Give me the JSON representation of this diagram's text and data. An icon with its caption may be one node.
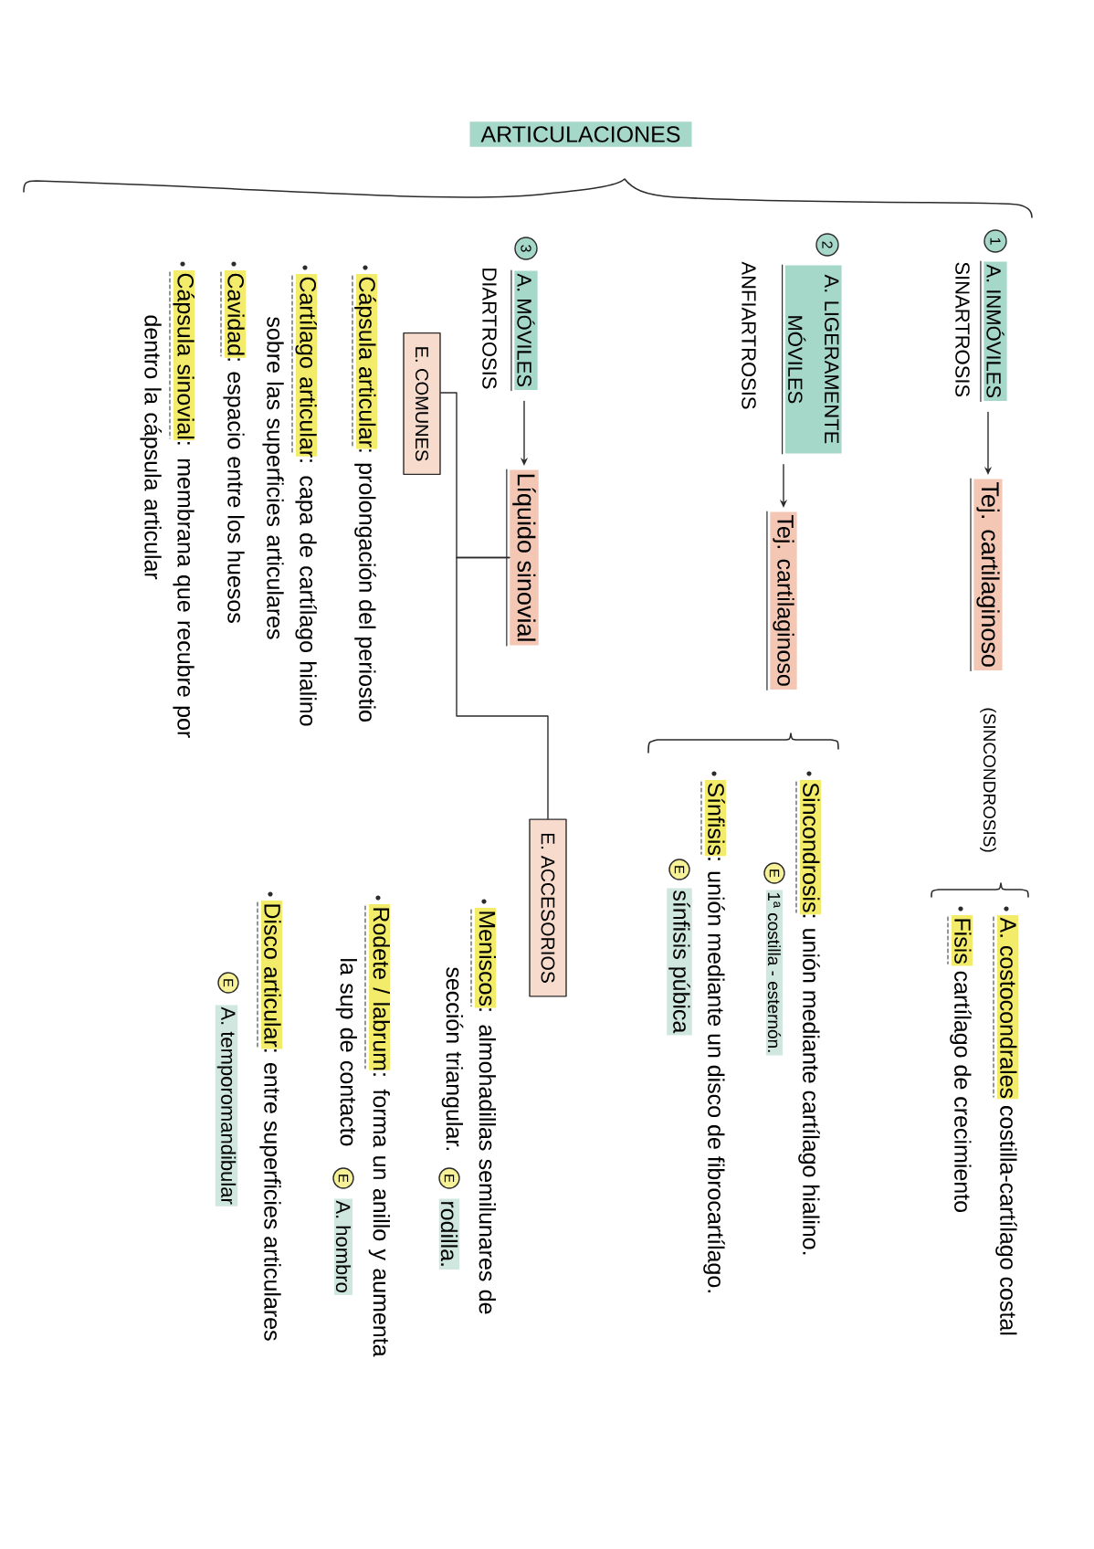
{
  "diagram": {
    "title": "ARTICULACIONES",
    "nodes": [
      {
        "text": [
          "1",
          "A. INMÓVILES",
          "SINARTROSIS"
        ]
      },
      {
        "text": [
          "Tej. cartilaginoso"
        ],
        "beside": [
          "(SINCONDROSIS)"
        ]
      },
      {
        "text": [
          "2",
          "A. LIGERAMENTE MÓVILES",
          "ANFIARTROSIS"
        ]
      },
      {
        "text": [
          "Tej. cartilaginoso"
        ]
      },
      {
        "text": [
          "3",
          "A. MÓVILES",
          "DIARTROSIS"
        ]
      },
      {
        "text": [
          "Líquido sinovial"
        ]
      },
      {
        "text": [
          "E. COMUNES"
        ]
      },
      {
        "text": [
          "E. ACCESORIOS"
        ]
      }
    ],
    "edges": [
      {
        "from": 0,
        "to": 1,
        "arrow": "to"
      },
      {
        "from": 2,
        "to": 3,
        "arrow": "to"
      },
      {
        "from": 4,
        "to": 5,
        "arrow": "to"
      },
      {
        "from": 5,
        "to": 6,
        "arrow": "none"
      },
      {
        "from": 5,
        "to": 7,
        "arrow": "none"
      }
    ],
    "labels": [
      "A. costocondrales costilla-cartílago costal",
      "Fisis cartílago de crecimiento",
      "Sincondrosis: unión mediante cartílago hialino.",
      "E",
      "1ª costilla - esternón.",
      "Sínfisis: unión mediante un disco de fibrocartílago.",
      "E",
      "sínfisis púbica",
      "Cápsula articular: prolongación del periostio",
      "Cartílago articular: capa de cartílago hialino sobre las superficies articulares",
      "Cavidad: espacio entre los huesos",
      "Cápsula sinovial: membrana que recubre por dentro la cápsula articular",
      "Meniscos: almohadillas semilunares de sección triangular.",
      "E",
      "rodilla.",
      "Rodete / labrum: forma un anillo y aumenta la sup de contacto",
      "E",
      "A. hombro",
      "Disco articular: entre superficies articulares",
      "E",
      "A. temporomandibular"
    ]
  }
}
